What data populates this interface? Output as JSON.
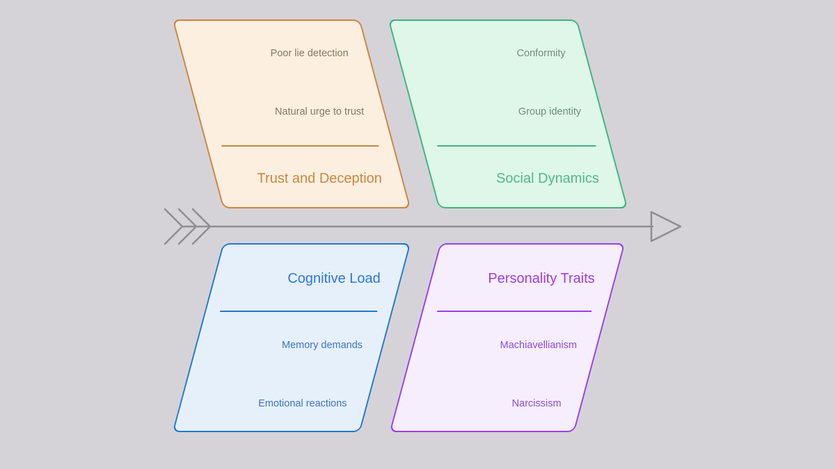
{
  "canvas": {
    "background": "#d5d3d8"
  },
  "arrow": {
    "name": "fishbone-spine",
    "direction": "right",
    "color": "#8e8d93"
  },
  "diagram": {
    "type": "fishbone",
    "branches": [
      {
        "position": "top-left",
        "title": "Trust and Deception",
        "items": [
          "Poor lie detection",
          "Natural urge to trust"
        ],
        "colors": {
          "border": "#cc8440",
          "fill": "#fcefdf",
          "title": "#c9873f",
          "item": "#8b7660"
        }
      },
      {
        "position": "top-right",
        "title": "Social Dynamics",
        "items": [
          "Conformity",
          "Group identity"
        ],
        "colors": {
          "border": "#3bb57d",
          "fill": "#def7e9",
          "title": "#53b787",
          "item": "#6e8e7c"
        }
      },
      {
        "position": "bottom-left",
        "title": "Cognitive Load",
        "items": [
          "Memory demands",
          "Emotional reactions"
        ],
        "colors": {
          "border": "#2178d4",
          "fill": "#e6f0fa",
          "title": "#2b77d9",
          "item": "#3c76c0"
        }
      },
      {
        "position": "bottom-right",
        "title": "Personality Traits",
        "items": [
          "Machiavellianism",
          "Narcissism"
        ],
        "colors": {
          "border": "#9c3deb",
          "fill": "#f6eefc",
          "title": "#9c3de0",
          "item": "#8c4cd4"
        }
      }
    ]
  }
}
